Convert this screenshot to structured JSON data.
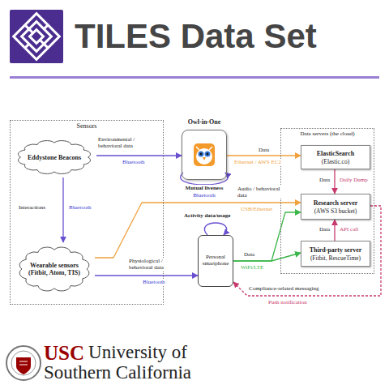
{
  "diagram": {
    "title": "TILES Data Set",
    "nodes": [
      {
        "text": [
          "Sensors"
        ]
      },
      {
        "text": [
          "Eddystone Beacons"
        ],
        "in": 0
      },
      {
        "text": [
          "Wearable sensors (Fitbit, Atom, TIS)"
        ],
        "in": 0
      },
      {
        "text": [
          "Owl-in-One"
        ]
      },
      {
        "text": [
          "Personal smartphone"
        ]
      },
      {
        "text": [
          "Data servers (the cloud)"
        ]
      },
      {
        "text": [
          "ElasticSearch",
          "(Elastic.co)"
        ],
        "in": 5
      },
      {
        "text": [
          "Research server",
          "(AWS S3 bucket)"
        ],
        "in": 5
      },
      {
        "text": [
          "Third-party server",
          "(Fitbit, RescueTime)"
        ],
        "in": 5
      }
    ],
    "edges": [
      {
        "from": 1,
        "to": 3,
        "label": "Environmental / behavioral data",
        "arrow": "to"
      },
      {
        "from": 1,
        "to": 2,
        "label": "Interactions",
        "arrow": "to"
      },
      {
        "from": 3,
        "to": 6,
        "label": "Data",
        "arrow": "to"
      },
      {
        "from": 6,
        "to": 7,
        "label": "Data",
        "arrow": "to"
      },
      {
        "from": 2,
        "to": 7,
        "label": "Audio / behavioral data",
        "arrow": "to"
      },
      {
        "from": 2,
        "to": 4,
        "label": "Physiological / behavioral data",
        "arrow": "to"
      },
      {
        "from": 4,
        "to": 8,
        "label": "Data",
        "arrow": "to"
      },
      {
        "from": 4,
        "to": 7,
        "arrow": "to"
      },
      {
        "from": 8,
        "to": 7,
        "label": "Data",
        "arrow": "to"
      },
      {
        "from": 7,
        "to": 4,
        "label": "Compliance-related messaging",
        "arrow": "to"
      }
    ],
    "labels": [
      "Bluetooth",
      "Bluetooth",
      "Ethernet / AWS EC2",
      "Daily Dump",
      "USB/Ethernet",
      "Bluetooth",
      "WiFi/LTE",
      "API call",
      "Push notification",
      "Mutual liveness",
      "Bluetooth",
      "Activity data/usage",
      "USC",
      "University of",
      "Southern California"
    ]
  }
}
